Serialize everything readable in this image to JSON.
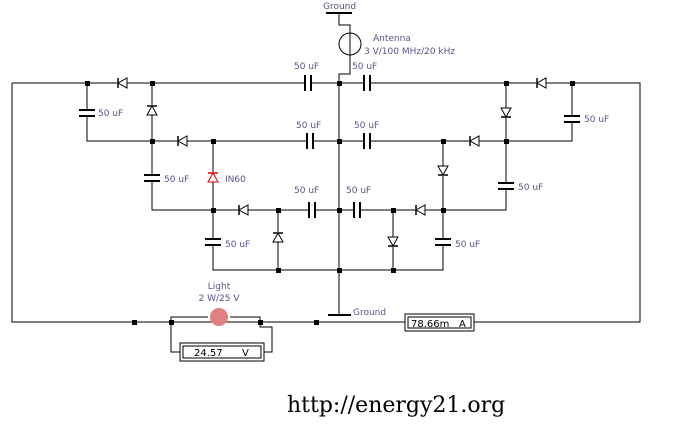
{
  "antenna": {
    "label": "Antenna",
    "spec": "3 V/100 MHz/20 kHz"
  },
  "ground_label": "Ground",
  "capacitor_label": "50 uF",
  "diode_label": "IN60",
  "lamp": {
    "label": "Light",
    "spec": "2 W/25 V",
    "color": "#e08080"
  },
  "voltmeter": {
    "reading": "24.57",
    "unit": "V"
  },
  "ammeter": {
    "reading": "78.66m",
    "unit": "A"
  },
  "footer_url": "http://energy21.org",
  "colors": {
    "wire": "#000000",
    "label": "#55558a",
    "highlight_diode": "#e00000"
  }
}
